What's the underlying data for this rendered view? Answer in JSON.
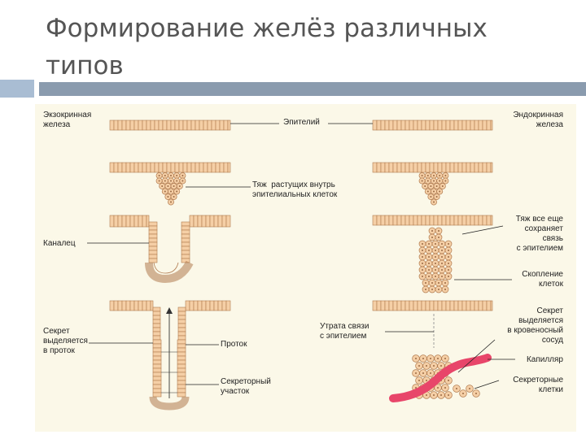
{
  "slide": {
    "title": "Формирование желёз различных типов"
  },
  "labels": {
    "exocrine": "Экзокринная\nжелеза",
    "endocrine": "Эндокринная\nжелеза",
    "epithelium": "Эпителий",
    "cord": "Тяж  растущих внутрь\nэпителиальных клеток",
    "canal": "Каналец",
    "cord_connected": "Тяж все еще\nсохраняет\nсвязь\nс эпителием",
    "cluster": "Скопление\nклеток",
    "secretion_duct": "Секрет\nвыделяется\nв проток",
    "duct": "Проток",
    "secretory_part": "Секреторный\nучасток",
    "connection_lost": "Утрата связи\nс эпителием",
    "secretion_blood": "Секрет\nвыделяется\nв кровеносный\nсосуд",
    "capillary": "Капилляр",
    "secretory_cells": "Секреторные\nклетки"
  },
  "colors": {
    "cell_fill": "#f5cfa6",
    "cell_stroke": "#b07a4e",
    "capillary": "#e8466a",
    "diagram_bg": "#fbf8e8"
  }
}
